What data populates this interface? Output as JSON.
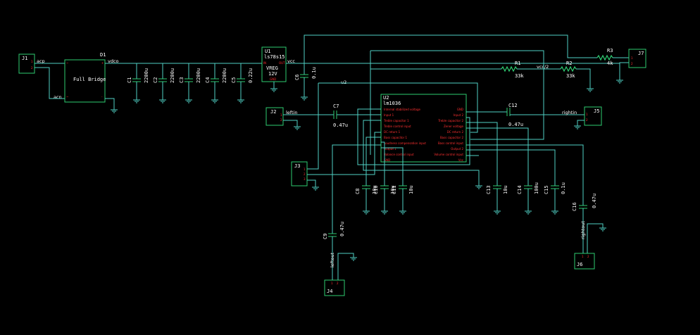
{
  "colors": {
    "background": "#000000",
    "wire": "#4fd1c5",
    "part": "#2ecc71",
    "text": "#ffffff",
    "pin": "#ff3030"
  },
  "nets": {
    "vac_in": "acp",
    "vac_ret": "acn",
    "rect": "vdco",
    "vcc": "vcc",
    "mid": "u2",
    "half": "vcc/2",
    "left": "leftin",
    "right": "rightin",
    "left_out": "leftout",
    "right_out": "rightout"
  },
  "j1": {
    "ref": "J1"
  },
  "d1": {
    "ref": "D1",
    "label": "Full Bridge",
    "pin_plus": "+",
    "pin_minus": "-",
    "pin_ac1": "~",
    "pin_ac2": "~"
  },
  "caps_filter": [
    {
      "ref": "C1",
      "value": "2200u"
    },
    {
      "ref": "C2",
      "value": "2200u"
    },
    {
      "ref": "C3",
      "value": "2200u"
    },
    {
      "ref": "C4",
      "value": "2200u"
    },
    {
      "ref": "C5",
      "value": "0.22u"
    }
  ],
  "u1": {
    "ref": "U1",
    "part": "ls78s15",
    "type": "VREG",
    "volts": "12V",
    "pin_in": "IN",
    "pin_out": "OUT",
    "pin_gnd": "GND"
  },
  "c6": {
    "ref": "C6",
    "value": "0.1u"
  },
  "j7": {
    "ref": "J7"
  },
  "r1": {
    "ref": "R1",
    "value": "33k"
  },
  "r2": {
    "ref": "R2",
    "value": "33k"
  },
  "r3": {
    "ref": "R3",
    "value": "4k"
  },
  "j2": {
    "ref": "J2"
  },
  "c7": {
    "ref": "C7",
    "value": "0.47u"
  },
  "c12": {
    "ref": "C12",
    "value": "0.47u"
  },
  "j5": {
    "ref": "J5"
  },
  "u2": {
    "ref": "U2",
    "part": "lm1036",
    "pins_left": [
      "Internal stabilized voltage",
      "Input 1",
      "Treble capacitor 1",
      "Treble control input",
      "DC return 1",
      "Bass capacitor 1",
      "Loudness compensation input",
      "Output 1",
      "Balance control input",
      "GND"
    ],
    "pins_right": [
      "GND",
      "Input 2",
      "Treble capacitor 2",
      "Zener voltage",
      "DC return 2",
      "Bass capacitor 2",
      "Bass control input",
      "Output 2",
      "Volume control input",
      "Vcc"
    ]
  },
  "j3": {
    "ref": "J3"
  },
  "caps_bottom": [
    {
      "ref": "C8",
      "value": "10u"
    },
    {
      "ref": "C10",
      "value": "10u"
    },
    {
      "ref": "C11",
      "value": "10u"
    },
    {
      "ref": "C13",
      "value": "10u"
    },
    {
      "ref": "C14",
      "value": "100u"
    },
    {
      "ref": "C15",
      "value": "0.1u"
    }
  ],
  "c9": {
    "ref": "C9",
    "value": "0.47u"
  },
  "c16": {
    "ref": "C16",
    "value": "0.47u"
  },
  "j4": {
    "ref": "J4"
  },
  "j6": {
    "ref": "J6"
  }
}
